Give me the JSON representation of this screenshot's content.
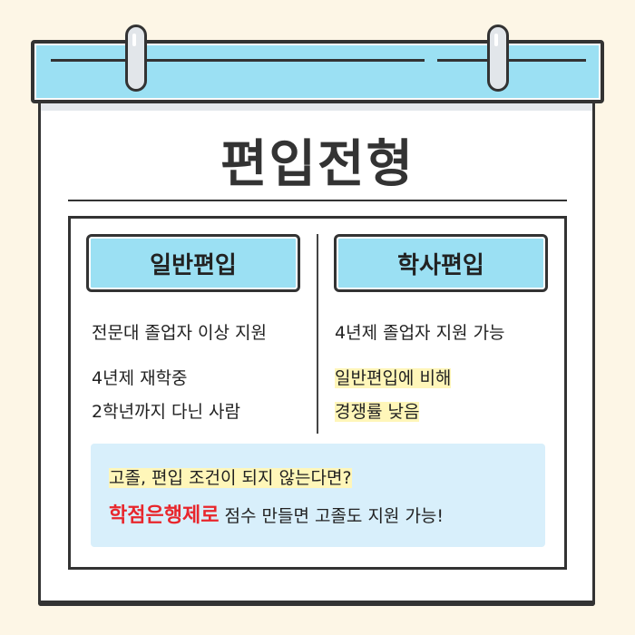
{
  "calendar": {
    "title": "편입전형",
    "colors": {
      "background": "#fdf6e6",
      "header_bar": "#9be0f3",
      "outline": "#333333",
      "highlight": "#fff6b9",
      "note_bg": "#d8effb",
      "accent_red": "#e8262c"
    }
  },
  "columns": [
    {
      "heading": "일반편입",
      "lines": [
        "전문대 졸업자 이상 지원",
        "4년제 재학중",
        "2학년까지 다닌 사람"
      ]
    },
    {
      "heading": "학사편입",
      "lines": [
        "4년제 졸업자 지원 가능",
        "일반편입에 비해",
        "경쟁률 낮음"
      ]
    }
  ],
  "note": {
    "question": "고졸, 편입 조건이 되지 않는다면?",
    "emphasis": "학점은행제로",
    "answer": " 점수 만들면 고졸도 지원 가능!"
  }
}
